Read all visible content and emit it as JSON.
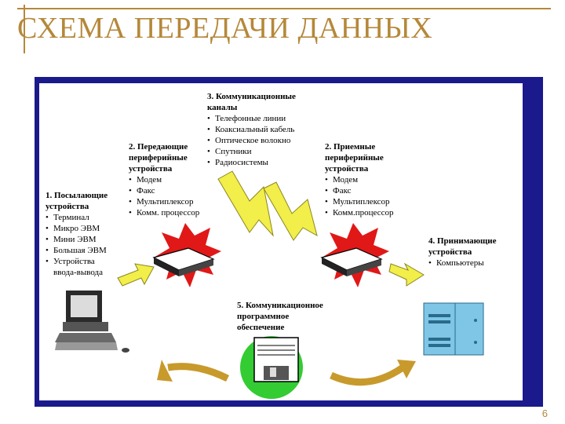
{
  "title": "СХЕМА ПЕРЕДАЧИ ДАННЫХ",
  "page_number": "6",
  "blocks": {
    "sending": {
      "heading": "1. Посылающие\nустройства",
      "items": [
        "Терминал",
        "Микро ЭВМ",
        "Мини ЭВМ",
        "Большая ЭВМ",
        "Устройства\nввода-вывода"
      ]
    },
    "transmitting": {
      "heading": "2. Передающие\nпериферийные\nустройства",
      "items": [
        "Модем",
        "Факс",
        "Мультиплексор",
        "Комм. процессор"
      ]
    },
    "channels": {
      "heading": "3. Коммуникационные\nканалы",
      "items": [
        "Телефонные линии",
        "Коаксиальный кабель",
        "Оптическое волокно",
        "Спутники",
        "Радиосистемы"
      ]
    },
    "receiving_periph": {
      "heading": "2. Приемные\nпериферийные\nустройства",
      "items": [
        "Модем",
        "Факс",
        "Мультиплексор",
        "Комм.процессор"
      ]
    },
    "receiving": {
      "heading": "4. Принимающие\nустройства",
      "items": [
        "Компьютеры"
      ]
    },
    "software": {
      "heading": "5. Коммуникационное\nпрограммное\nобеспечение",
      "items": []
    }
  },
  "colors": {
    "title": "#b5883a",
    "frame": "#1a1a8c",
    "lightning": "#f2ee4a",
    "starburst": "#e01818",
    "arrow": "#c89a2c",
    "mainframe": "#7fc6e6",
    "disk_circle": "#33cc33"
  }
}
